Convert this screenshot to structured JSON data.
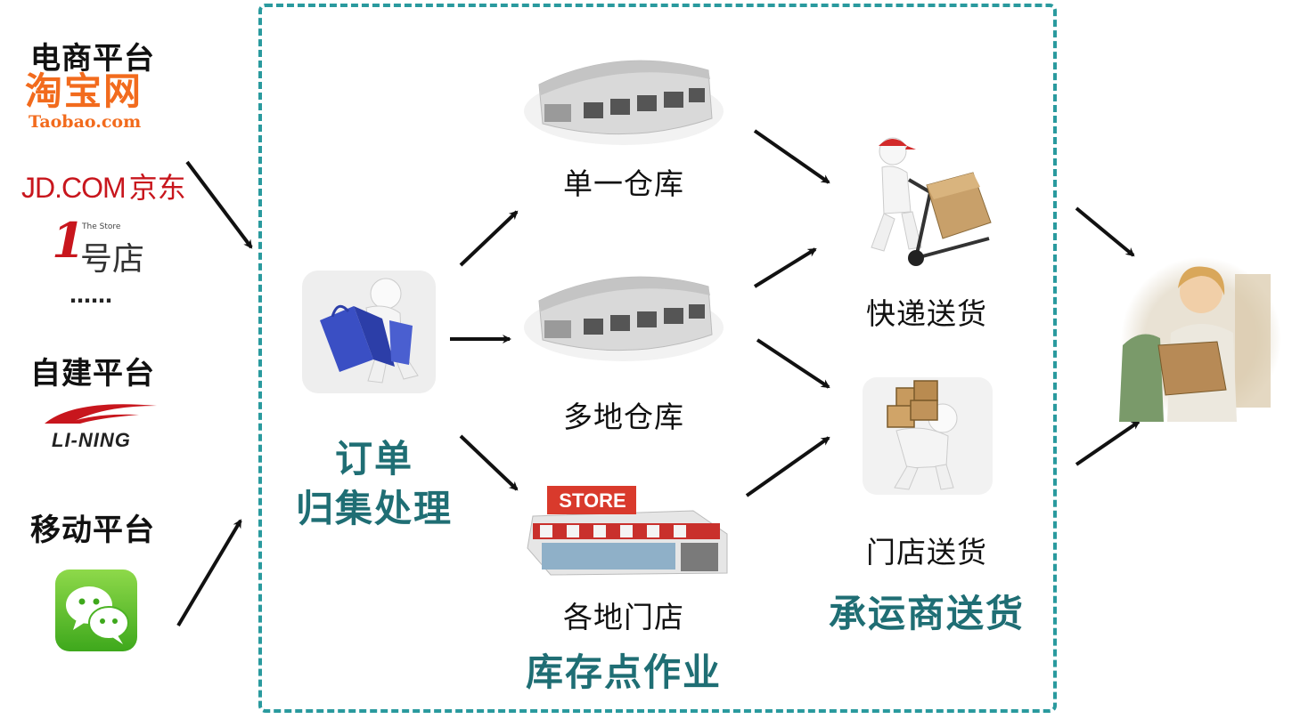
{
  "platforms": {
    "ecommerce": {
      "title": "电商平台",
      "taobao_main": "淘宝网",
      "taobao_sub": "Taobao.com",
      "jd_en": "JD.COM",
      "jd_cn": "京东",
      "yhd_small": "The Store",
      "yhd_num": "1",
      "yhd_cn": "号店",
      "ellipsis": "……"
    },
    "self_built": {
      "title": "自建平台",
      "lining": "LI-NING"
    },
    "mobile": {
      "title": "移动平台"
    }
  },
  "order": {
    "title_line1": "订单",
    "title_line2": "归集处理"
  },
  "inventory": {
    "single": "单一仓库",
    "multi": "多地仓库",
    "store": "各地门店",
    "store_sign": "STORE",
    "title": "库存点作业"
  },
  "delivery": {
    "express": "快递送货",
    "store": "门店送货",
    "title": "承运商送货"
  },
  "colors": {
    "dash": "#2a9a9e",
    "stage_title": "#1f6e74",
    "taobao": "#f26b1d",
    "jd": "#c8161d"
  }
}
